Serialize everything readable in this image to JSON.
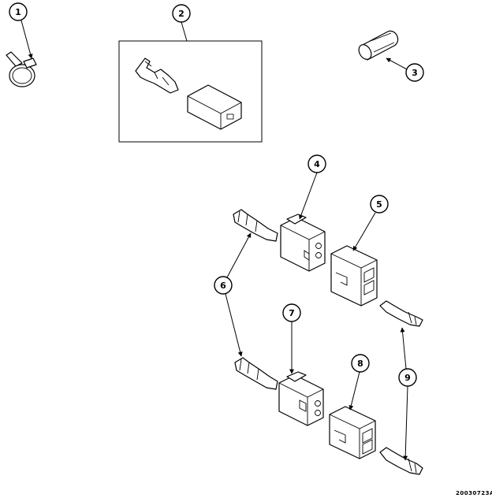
{
  "callouts": [
    "1",
    "2",
    "3",
    "4",
    "5",
    "6",
    "7",
    "8",
    "9"
  ],
  "diagram_code": "20030723A",
  "colors": {
    "line": "#000000",
    "background": "#ffffff"
  }
}
